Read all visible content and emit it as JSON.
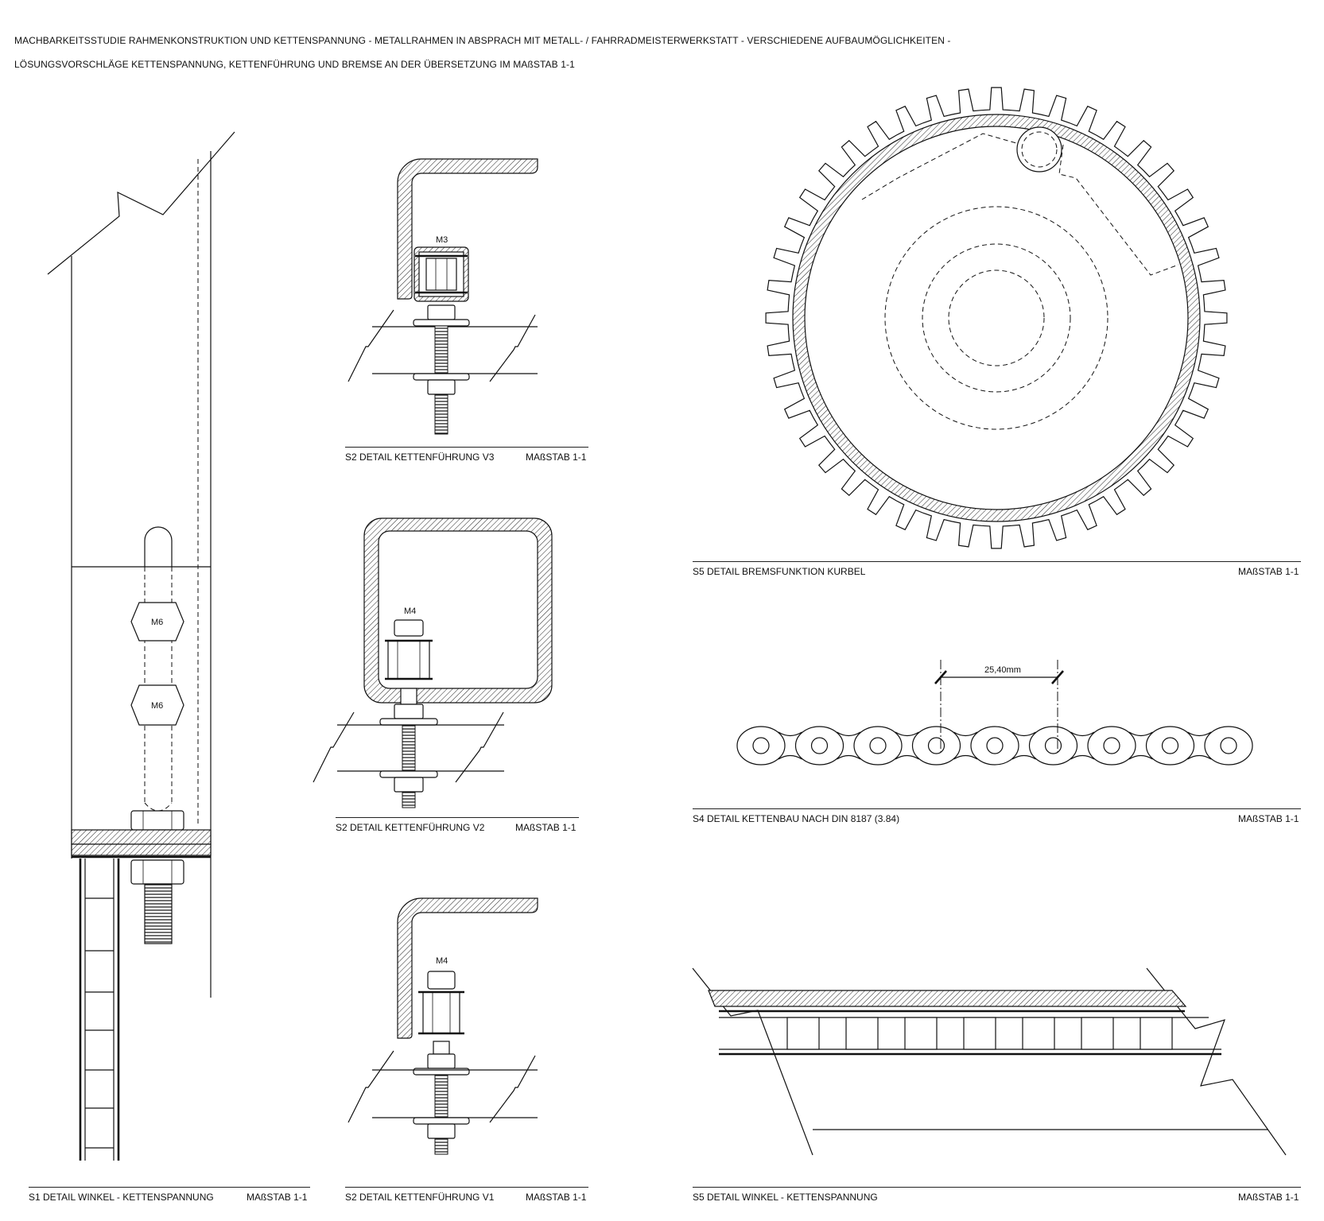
{
  "title": {
    "line1": "MACHBARKEITSSTUDIE RAHMENKONSTRUKTION UND KETTENSPANNUNG - METALLRAHMEN IN ABSPRACH MIT METALL- / FAHRRADMEISTERWERKSTATT -  VERSCHIEDENE AUFBAUMÖGLICHKEITEN   -",
    "line2": "LÖSUNGSVORSCHLÄGE KETTENSPANNUNG, KETTENFÜHRUNG UND BREMSE AN DER ÜBERSETZUNG IM MAßSTAB 1-1"
  },
  "details": {
    "s1": {
      "caption": "S1 DETAIL WINKEL - KETTENSPANNUNG",
      "scale": "MAßSTAB 1-1",
      "bolt_top": "M6",
      "bolt_bottom": "M6"
    },
    "s2_v3": {
      "caption": "S2 DETAIL KETTENFÜHRUNG V3",
      "scale": "MAßSTAB 1-1",
      "bolt": "M3"
    },
    "s2_v2": {
      "caption": "S2 DETAIL KETTENFÜHRUNG V2",
      "scale": "MAßSTAB 1-1",
      "bolt": "M4"
    },
    "s2_v1": {
      "caption": "S2 DETAIL KETTENFÜHRUNG V1",
      "scale": "MAßSTAB 1-1",
      "bolt": "M4"
    },
    "s5_brake": {
      "caption": "S5 DETAIL BREMSFUNKTION KURBEL",
      "scale": "MAßSTAB 1-1"
    },
    "s4_chain": {
      "caption": "S4 DETAIL KETTENBAU NACH DIN 8187 (3.84)",
      "scale": "MAßSTAB 1-1",
      "pitch": "25,40mm"
    },
    "s5_angle": {
      "caption": "S5 DETAIL WINKEL - KETTENSPANNUNG",
      "scale": "MAßSTAB 1-1"
    }
  }
}
